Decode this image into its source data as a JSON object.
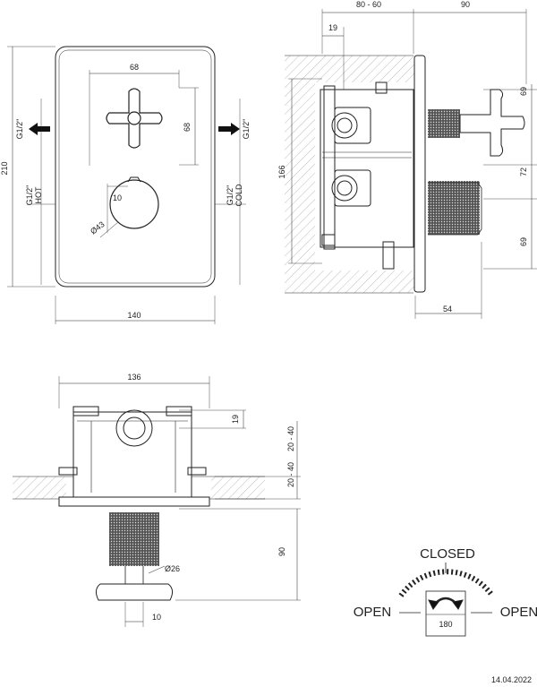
{
  "dimensions": {
    "front_width": "140",
    "front_height": "210",
    "handle_span_h": "68",
    "handle_span_v": "68",
    "knob_dia": "Ø43",
    "knob_offset": "10",
    "side_top_range": "80 - 60",
    "side_top_right": "90",
    "side_nut": "19",
    "side_body_height": "166",
    "side_upper": "69",
    "side_middle": "72",
    "side_lower": "69",
    "side_projection": "54",
    "bottom_width": "136",
    "bottom_nut": "19",
    "bottom_range_a": "20 - 40",
    "bottom_range_b": "20 - 40",
    "bottom_depth": "90",
    "bottom_stem": "Ø26",
    "bottom_offset": "10"
  },
  "ports": {
    "left": "G1/2\"",
    "right": "G1/2\"",
    "hot_line1": "G1/2\"",
    "hot_line2": "HOT",
    "cold_line1": "G1/2\"",
    "cold_line2": "COLD"
  },
  "operation": {
    "closed": "CLOSED",
    "open_left": "OPEN",
    "open_right": "OPEN",
    "angle": "180"
  },
  "footer": {
    "date": "14.04.2022"
  },
  "colors": {
    "line": "#222222",
    "hatch": "#999999",
    "knurl": "#444444"
  }
}
